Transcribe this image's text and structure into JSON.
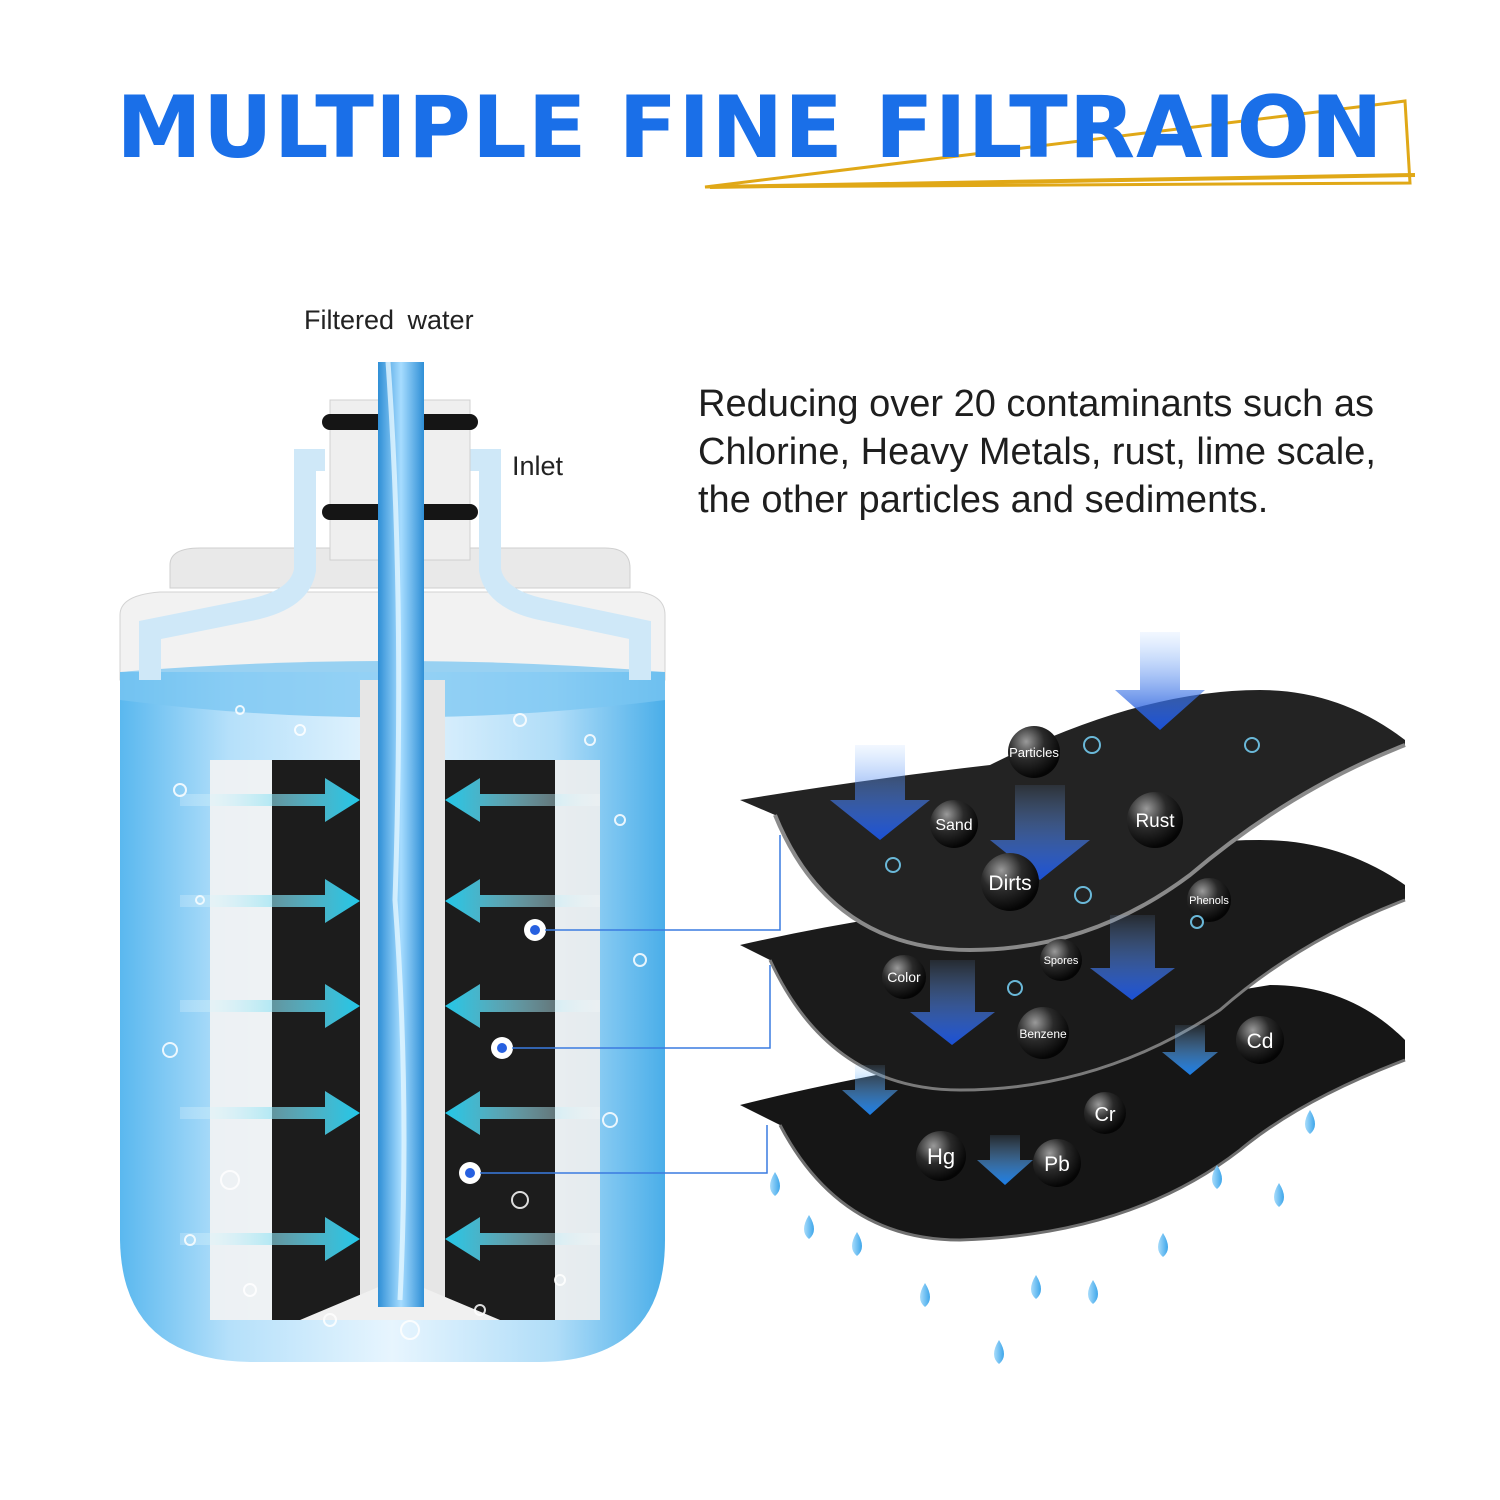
{
  "title": "MULTIPLE FINE FILTRAION",
  "labels": {
    "filtered_water": "Filtered  water",
    "inlet": "Inlet"
  },
  "description": [
    "Reducing over 20 contaminants such as",
    "Chlorine, Heavy Metals, rust, lime scale,",
    "the other particles and sediments."
  ],
  "layers": {
    "top": [
      "Particles",
      "Sand",
      "Rust",
      "Dirts",
      "Phenols"
    ],
    "middle": [
      "Color",
      "Spores",
      "Benzene"
    ],
    "bottom": [
      "Cd",
      "Cr",
      "Hg",
      "Pb"
    ]
  },
  "colors": {
    "title_blue": "#1a6fe8",
    "accent_gold": "#e0a817",
    "water_blue": "#3aa7e6",
    "layer_black": "#161616"
  }
}
